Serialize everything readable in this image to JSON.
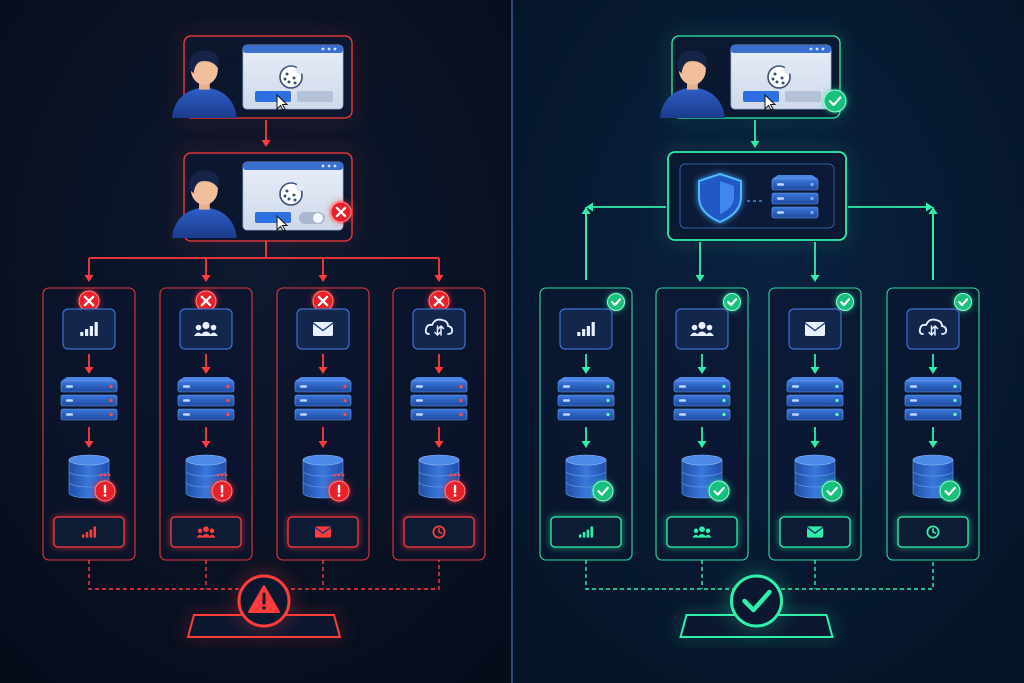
{
  "colors": {
    "left_background": "#0a1224",
    "right_background": "#06182e",
    "divider": "#3b5a9a",
    "red_accent": "#ff3b3b",
    "red_glow": "#ff2a2a",
    "green_accent": "#2ef0a8",
    "green_glow": "#22e39a",
    "icon_blue": "#2a5fc0",
    "server_blue": "#2f66c8",
    "card_fill": "#0f1c36"
  },
  "left_panel": {
    "state": "error",
    "user_screens": [
      {
        "screen_icon": "cookie-icon",
        "avatar": "person-avatar",
        "controls": [
          "accept-button",
          "reject-button"
        ]
      },
      {
        "screen_icon": "cookie-icon",
        "avatar": "person-avatar",
        "controls": [
          "accept-button",
          "toggle-switch"
        ],
        "badge": "error-x-icon"
      }
    ],
    "columns": [
      {
        "id": "analytics",
        "top_icon": "signal-bars-icon",
        "bottom_icon": "signal-bars-icon",
        "top_badge": "error-x-icon",
        "db_badge": "error-exclamation-icon"
      },
      {
        "id": "users",
        "top_icon": "users-group-icon",
        "bottom_icon": "users-group-icon",
        "top_badge": "error-x-icon",
        "db_badge": "error-exclamation-icon"
      },
      {
        "id": "email",
        "top_icon": "envelope-icon",
        "bottom_icon": "envelope-icon",
        "top_badge": "error-x-icon",
        "db_badge": "error-exclamation-icon"
      },
      {
        "id": "cloud",
        "top_icon": "cloud-sync-icon",
        "bottom_icon": "clock-icon",
        "top_badge": "error-x-icon",
        "db_badge": "error-exclamation-icon"
      }
    ],
    "footer_icon": "warning-triangle-icon"
  },
  "right_panel": {
    "state": "ok",
    "user_screen": {
      "screen_icon": "cookie-icon",
      "avatar": "person-avatar",
      "controls": [
        "accept-button",
        "reject-button"
      ],
      "badge": "check-icon"
    },
    "hub": {
      "icon": "shield-icon",
      "server": "server-stack-icon"
    },
    "columns": [
      {
        "id": "analytics",
        "top_icon": "signal-bars-icon",
        "bottom_icon": "signal-bars-icon",
        "top_badge": "check-icon",
        "db_badge": "check-icon"
      },
      {
        "id": "users",
        "top_icon": "users-group-icon",
        "bottom_icon": "users-group-icon",
        "top_badge": "check-icon",
        "db_badge": "check-icon"
      },
      {
        "id": "email",
        "top_icon": "envelope-icon",
        "bottom_icon": "envelope-icon",
        "top_badge": "check-icon",
        "db_badge": "check-icon"
      },
      {
        "id": "cloud",
        "top_icon": "cloud-sync-icon",
        "bottom_icon": "clock-icon",
        "top_badge": "check-icon",
        "db_badge": "check-icon"
      }
    ],
    "footer_icon": "check-circle-icon"
  }
}
